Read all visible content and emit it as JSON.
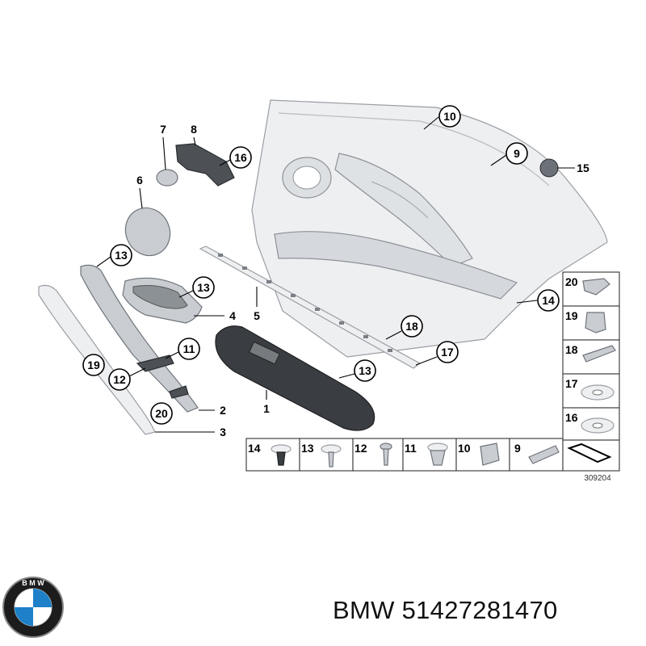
{
  "diagram": {
    "drawing_number": "309204",
    "callouts": [
      "10",
      "9",
      "15",
      "7",
      "8",
      "16",
      "6",
      "13",
      "13",
      "4",
      "5",
      "14",
      "11",
      "19",
      "12",
      "20",
      "2",
      "3",
      "1",
      "13",
      "18",
      "17"
    ],
    "legend": {
      "right_column": [
        "20",
        "19",
        "18",
        "17",
        "16"
      ],
      "bottom_row": [
        "14",
        "13",
        "12",
        "11",
        "10",
        "9"
      ]
    }
  },
  "brand": {
    "logo_name": "BMW",
    "caption": "BMW 51427281470"
  }
}
